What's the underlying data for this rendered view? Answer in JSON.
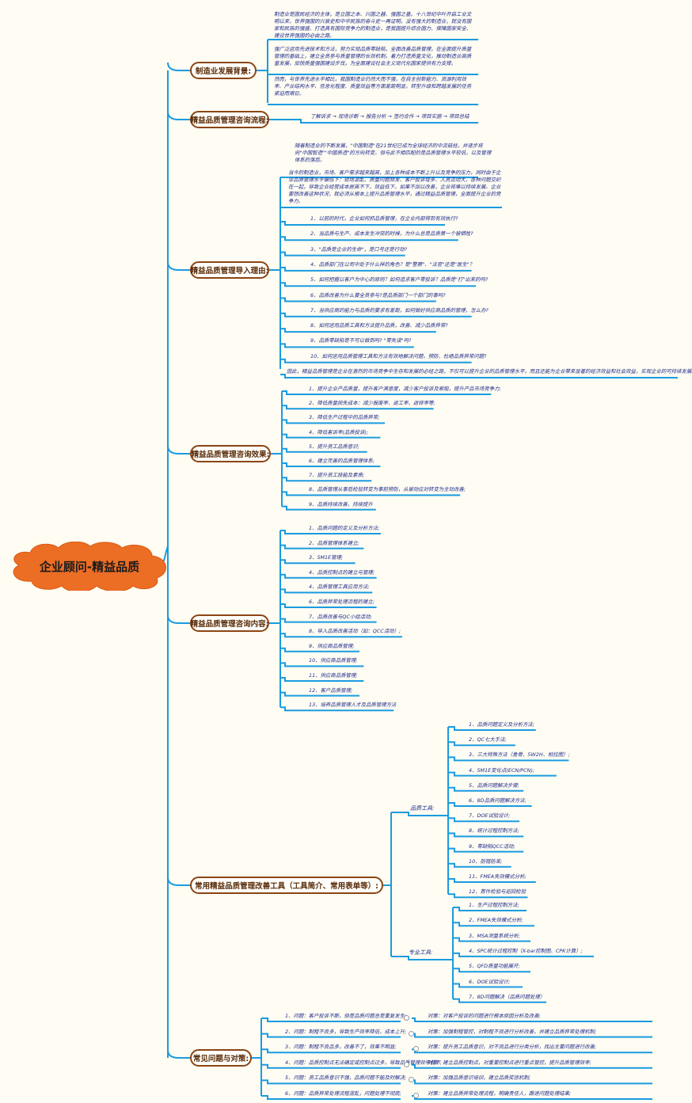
{
  "root": "企业顾问-精益品质",
  "b1": {
    "label": "制造业发展背景:",
    "paras": [
      "制造业是国民经济的主体，是立国之本、兴国之器、强国之基。十八世纪中叶开启工业文明以来，世界强国的兴衰史和中华民族的奋斗史一再证明，没有强大的制造业，就没有国家和民族的强盛。打造具有国际竞争力的制造业，是我国提升综合国力、保障国家安全、建设世界强国的必由之路。",
      "强广泛运用先进技术和方法，努力实现品质零缺陷，全面改善品质管理，在全面提升质量管理的基础上，建立全员参与质量管理的长效机制，着力打造质量文化，推动制造业高质量发展，加快质量强国建设步伐，为全面建设社会主义现代化国家提供有力支撑。",
      "然而，与世界先进水平相比，我国制造业仍然大而不强，在自主创新能力、资源利用效率、产业结构水平、信息化程度、质量效益等方面差距明显，转型升级和跨越发展的任务紧迫而艰巨。"
    ]
  },
  "b2": {
    "label": "精益品质管理咨询流程:",
    "flow": "了解诉求 → 现场诊断 → 报告分析 → 签约合作 → 项目实施 → 项目总结"
  },
  "b3": {
    "label": "精益品质管理导入理由:",
    "paras": [
      "随着制造业的不断发展，\"中国制造\"在21世纪已成为全球经济的中流砥柱，并逐步将向\"中国智造\"\"中国质造\"的方向转变。但与此不相匹配的是品质管理水平较低，以及管理体系的落后。",
      "当今的制造业，市场、客户需求越来越高，加上各种成本不断上升以及竞争的压力，同时由于企业品质管理水平偏低下：现场混乱、质量问题频发、客户投诉增多、人员流动大，各种问题交织在一起，导致企业经营成本居高不下，效益低下。如果不加以改善，企业将难以持续发展。企业要想改善这种状况，就必须从根本上提升品质管理水平，通过精益品质管理，全面提升企业的竞争力。"
    ],
    "items": [
      "1、以前的时代，企业如何抓品质管理，在企业内部得到有效执行?",
      "2、当品质与生产、成本发生冲突的时候，为什么总是品质第一个被牺牲?",
      "3、\"品质是企业的生命\"，是口号还是行动?",
      "4、品质部门在公司中处于什么样的角色？是\"警察\"、\"法官\"还是\"医生\"？",
      "5、如何把握以客户为中心的原则？如何追求客户零投诉？品质是\"打\"出来的吗?",
      "6、品质改善为什么要全员参与?是品质部门一个部门的事吗?",
      "7、当供应商的能力与品质的要求有差距，如何做好供应商品质的管理，怎么办?",
      "8、如何运用品质工具和方法提升品质，改善、减少品质异常?",
      "9、品质零缺陷是不可以做到吗? \"零失误\"吗?",
      "10、如何运用品质管理工具和方法有效地解决问题，预防、杜绝品质异常问题?",
      "因此，精益品质管理是企业在激烈的市场竞争中生存和发展的必经之路，不仅可以提升企业的品质管理水平，而且还能为企业带来显著的经济效益和社会效益，实现企业的可持续发展。"
    ]
  },
  "b4": {
    "label": "精益品质管理咨询效果:",
    "items": [
      "1、提升企业产品质量，提升客户满意度，减少客户投诉及索赔，提升产品市场竞争力;",
      "2、降低质量损失成本：减少报废率、返工率、返修率等;",
      "3、降低生产过程中的品质异常;",
      "4、降低客诉率(品质投诉);",
      "5、提升员工品质意识;",
      "6、建立完善的品质管理体系;",
      "7、提升员工技能及素质;",
      "8、品质管理从事后检验转变为事前预防，从被动应对转变为主动改善;",
      "9、品质持续改善，持续提升"
    ]
  },
  "b5": {
    "label": "精益品质管理咨询内容:",
    "items": [
      "1、品质问题的定义及分析方法;",
      "2、品质管理体系建立;",
      "3、5M1E管理;",
      "4、品质控制点的建立与管理;",
      "4、品质管理工具应用方法;",
      "6、品质异常处理流程的建立;",
      "7、品质改善与QC小组活动;",
      "8、导入品质改善活动（如：QCC活动）;",
      "9、供应商品质管理;",
      "10、供应商品质管理;",
      "11、供应商品质管理;",
      "12、客户品质管理;",
      "13、培养品质管理人才及品质管理方法"
    ]
  },
  "b6": {
    "label": "常用精益品质管理改善工具（工具简介、常用表单等）:",
    "group1": {
      "label": "品质工具:",
      "items": [
        "1、品质问题定义及分析方法;",
        "2、QC七大手法;",
        "3、三大特殊方法（鱼骨、5W2H、柏拉图）;",
        "4、5M1E变化点(ECN/PCN);",
        "5、品质问题解决步骤;",
        "6、8D品质问题解决方法;",
        "7、DOE试验设计;",
        "8、统计过程控制方法;",
        "9、零缺陷QCC活动;",
        "10、防错防呆;",
        "11、FMEA失效模式分析;",
        "12、首件检验与巡回检验"
      ]
    },
    "group2": {
      "label": "专业工具:",
      "items": [
        "1、生产过程控制方法;",
        "2、FMEA失效模式分析;",
        "3、MSA测量系统分析;",
        "4、SPC统计过程控制（X-bar控制图、CPK计算）;",
        "5、QFD质量功能展开;",
        "6、DOE试验设计;",
        "7、8D问题解决（品质问题处理）"
      ]
    }
  },
  "b7": {
    "label": "常见问题与对策:",
    "rows": [
      {
        "q": "1、问题：客户投诉不断，但是品质问题总是重复发生;",
        "a": "对策：对客户投诉的问题进行根本原因分析及改善;"
      },
      {
        "q": "2、问题：制程不良多，导致生产效率降低，成本上升;",
        "a": "对策：加强制程管控，对制程不良进行分析改善，并建立品质异常处理机制;"
      },
      {
        "q": "3、问题：制程不良品多，改善不了，效果不明显;",
        "a": "对策：提升员工品质意识，对不良品进行分类分析，找出主要问题进行改善;"
      },
      {
        "q": "4、问题：品质控制点无法确定或控制点过多，导致品质管理效率低下;",
        "a": "对策：建立品质控制点，对重要控制点进行重点管控，提升品质管理效率;"
      },
      {
        "q": "5、问题：员工品质意识不强，品质问题不能及时解决;",
        "a": "对策：加强品质意识培训，建立品质奖惩机制;"
      },
      {
        "q": "6、问题：品质异常处理流程混乱，问题处理不彻底;",
        "a": "对策：建立品质异常处理流程，明确责任人，跟进问题处理结果;"
      }
    ]
  },
  "colors": {
    "wire": "#1a9be0",
    "cloud": "#ec6d24",
    "branch_border": "#8b4513",
    "text": "#1f2a8a"
  }
}
